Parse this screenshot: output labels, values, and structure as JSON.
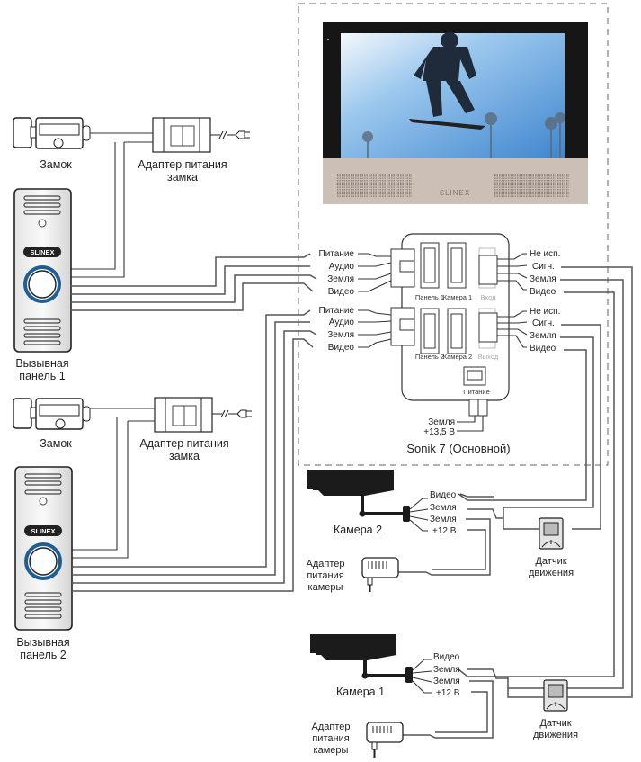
{
  "title": "Sonik 7 (Основной)",
  "monitor": {
    "brand": "SLINEX",
    "name": "Sonik 7 (Основной)",
    "connectors": {
      "panel1": "Панель 1",
      "camera1": "Камера 1",
      "panel2": "Панель 2",
      "camera2": "Камера 2",
      "input": "Вход",
      "output": "Выход",
      "power": "Питание"
    },
    "left_pins_group1": [
      "Питание",
      "Аудио",
      "Земля",
      "Видео"
    ],
    "left_pins_group2": [
      "Питание",
      "Аудио",
      "Земля",
      "Видео"
    ],
    "right_pins_group1": [
      "Не исп.",
      "Сигн.",
      "Земля",
      "Видео"
    ],
    "right_pins_group2": [
      "Не исп.",
      "Сигн.",
      "Земля",
      "Видео"
    ],
    "power_pins": [
      "Земля",
      "+13,5 В"
    ]
  },
  "left_devices": [
    {
      "lock_label": "Замок",
      "adapter_label_line1": "Адаптер питания",
      "adapter_label_line2": "замка",
      "panel_label_line1": "Вызывная",
      "panel_label_line2": "панель 1",
      "panel_brand": "SLINEX"
    },
    {
      "lock_label": "Замок",
      "adapter_label_line1": "Адаптер питания",
      "adapter_label_line2": "замка",
      "panel_label_line1": "Вызывная",
      "panel_label_line2": "панель 2",
      "panel_brand": "SLINEX"
    }
  ],
  "cameras": [
    {
      "label": "Камера 2",
      "pins": [
        "Видео",
        "Земля",
        "Земля",
        "+12 В"
      ],
      "adapter_lines": [
        "Адаптер",
        "питания",
        "камеры"
      ],
      "sensor_lines": [
        "Датчик",
        "движения"
      ]
    },
    {
      "label": "Камера 1",
      "pins": [
        "Видео",
        "Земля",
        "Земля",
        "+12 В"
      ],
      "adapter_lines": [
        "Адаптер",
        "питания",
        "камеры"
      ],
      "sensor_lines": [
        "Датчик",
        "движения"
      ]
    }
  ]
}
